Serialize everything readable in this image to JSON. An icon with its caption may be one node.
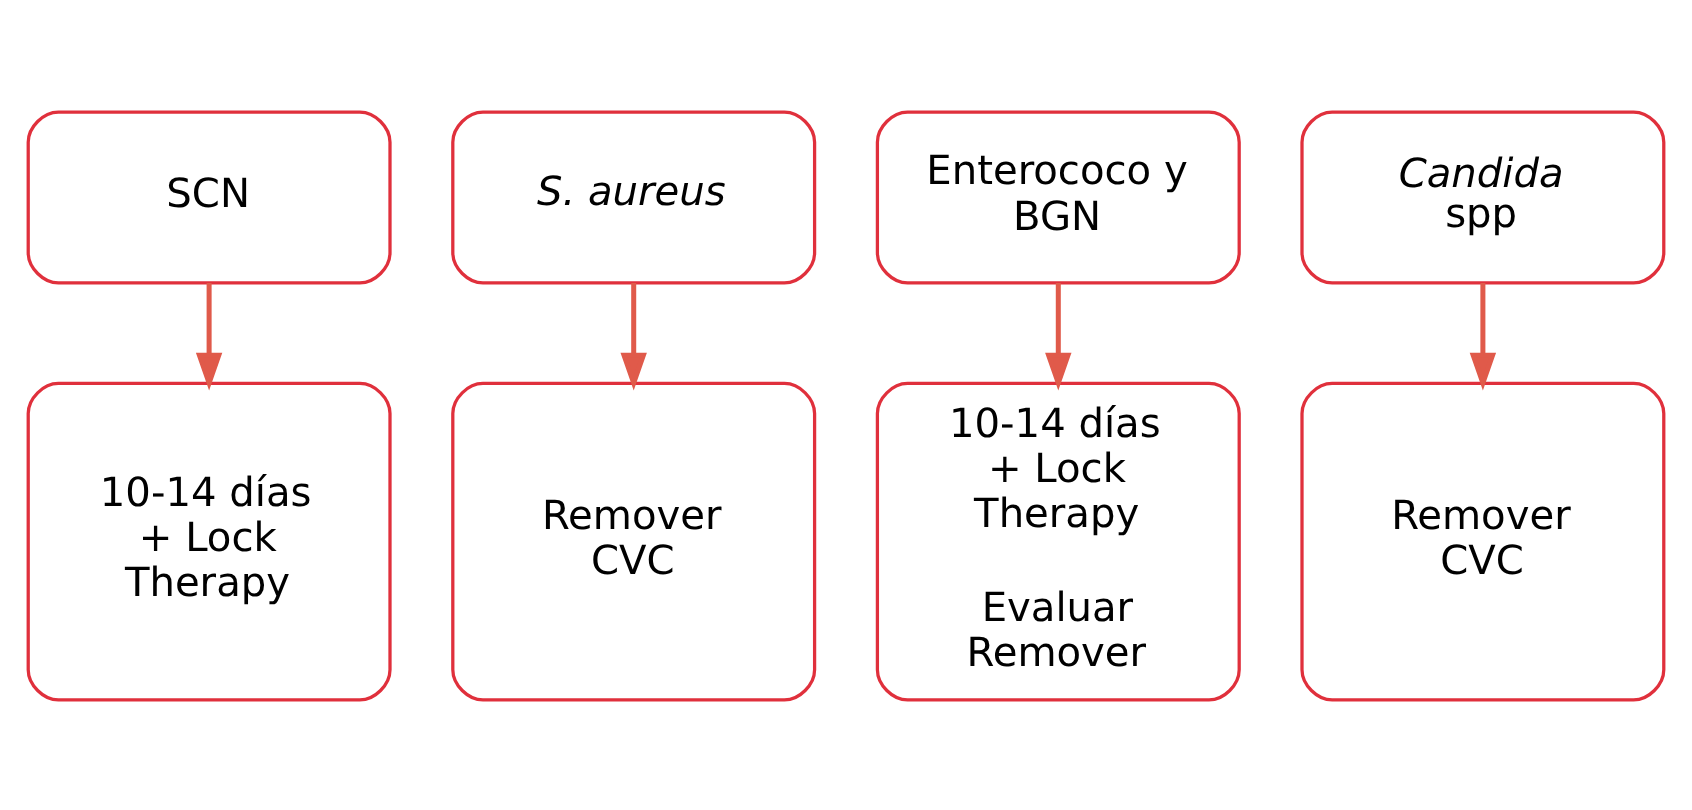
{
  "diagram": {
    "nodes": [
      {
        "text": [
          "SCN"
        ]
      },
      {
        "text": [
          "S. aureus"
        ]
      },
      {
        "text": [
          "Enterococo y BGN"
        ]
      },
      {
        "text": [
          "*Candida* spp"
        ]
      },
      {
        "text": [
          "10-14 días + Lock Therapy"
        ]
      },
      {
        "text": [
          "Remover CVC"
        ]
      },
      {
        "text": [
          "10-14 días + Lock Therapy",
          "Evaluar Remover"
        ]
      },
      {
        "text": [
          "Remover CVC"
        ]
      }
    ],
    "edges": [
      {
        "from": 0,
        "to": 4,
        "arrow": "to"
      },
      {
        "from": 1,
        "to": 5,
        "arrow": "to"
      },
      {
        "from": 2,
        "to": 6,
        "arrow": "to"
      },
      {
        "from": 3,
        "to": 7,
        "arrow": "to"
      }
    ]
  }
}
